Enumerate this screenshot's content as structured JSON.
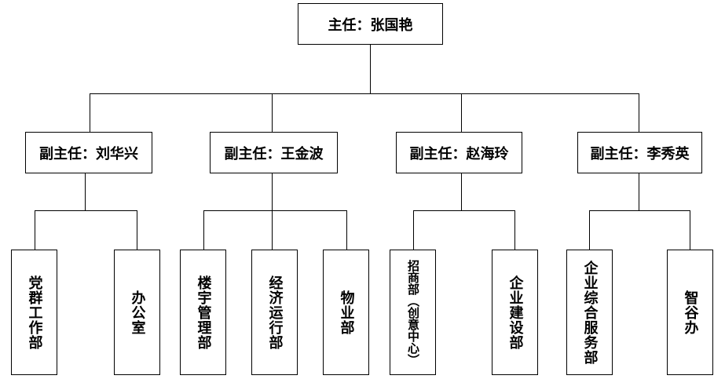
{
  "director": "主任：张国艳",
  "deputies": [
    {
      "title": "副主任：刘华兴",
      "departments": [
        "党群工作部",
        "办公室"
      ]
    },
    {
      "title": "副主任：王金波",
      "departments": [
        "楼宇管理部",
        "经济运行部",
        "物业部"
      ]
    },
    {
      "title": "副主任：赵海玲",
      "departments": [
        "招商部（创意中心）",
        "企业建设部"
      ]
    },
    {
      "title": "副主任：李秀英",
      "departments": [
        "企业综合服务部",
        "智谷办"
      ]
    }
  ]
}
